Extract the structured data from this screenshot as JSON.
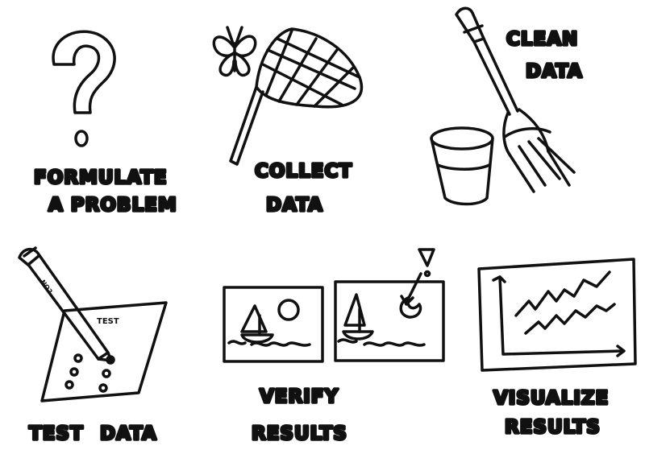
{
  "steps": {
    "formulate": {
      "line1": "FORMULATE",
      "line2": "A PROBLEM"
    },
    "collect": {
      "line1": "COLLECT",
      "line2": "DATA"
    },
    "clean": {
      "line1": "CLEAN",
      "line2": "DATA"
    },
    "test": {
      "line1": "TEST",
      "line2": "DATA",
      "paper_label": "TEST",
      "pencil_label": "NO2"
    },
    "verify": {
      "line1": "VERIFY",
      "line2": "RESULTS"
    },
    "visualize": {
      "line1": "VISUALIZE",
      "line2": "RESULTS"
    }
  },
  "icons": {
    "formulate": "question-mark-icon",
    "collect": "butterfly-net-icon",
    "clean": "bucket-and-pitchfork-icon",
    "test": "pencil-and-test-paper-icon",
    "verify": "sailboat-comparison-icon",
    "visualize": "line-chart-icon"
  },
  "ink_color": "#111111"
}
